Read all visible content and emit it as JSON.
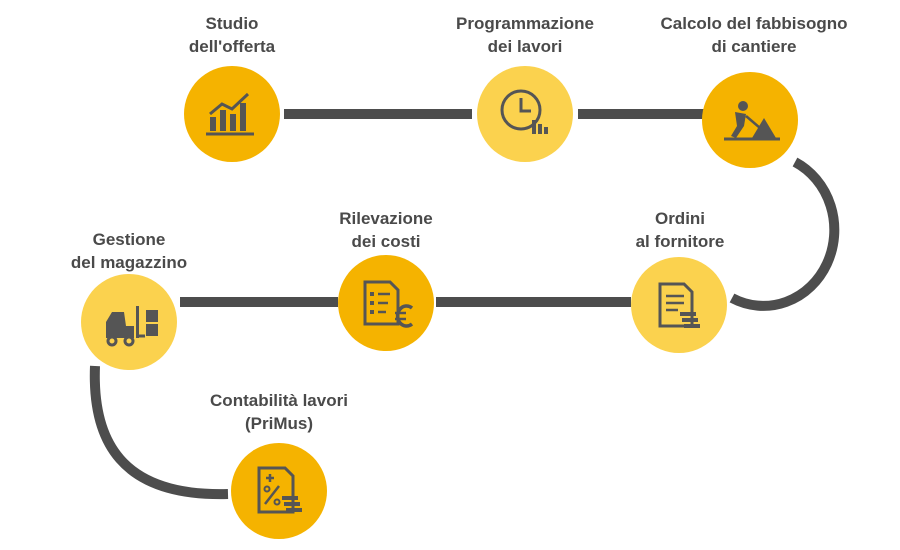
{
  "colors": {
    "connector": "#4d4d4d",
    "node_dark": "#f5b300",
    "node_light": "#fbd24e",
    "icon": "#555555",
    "text": "#4a4a4a"
  },
  "steps": [
    {
      "id": "studio",
      "lines": [
        "Studio",
        "dell'offerta"
      ],
      "icon": "chart-icon",
      "fill": "dark"
    },
    {
      "id": "programmazione",
      "lines": [
        "Programmazione",
        "dei lavori"
      ],
      "icon": "clock-icon",
      "fill": "light"
    },
    {
      "id": "calcolo",
      "lines": [
        "Calcolo del fabbisogno",
        "di cantiere"
      ],
      "icon": "worker-icon",
      "fill": "dark"
    },
    {
      "id": "ordini",
      "lines": [
        "Ordini",
        "al fornitore"
      ],
      "icon": "order-document-icon",
      "fill": "light"
    },
    {
      "id": "rilevazione",
      "lines": [
        "Rilevazione",
        "dei costi"
      ],
      "icon": "euro-document-icon",
      "fill": "dark"
    },
    {
      "id": "gestione",
      "lines": [
        "Gestione",
        "del magazzino"
      ],
      "icon": "forklift-icon",
      "fill": "light"
    },
    {
      "id": "contabilita",
      "lines": [
        "Contabilità lavori",
        "(PriMus)"
      ],
      "icon": "percent-document-icon",
      "fill": "dark"
    }
  ]
}
